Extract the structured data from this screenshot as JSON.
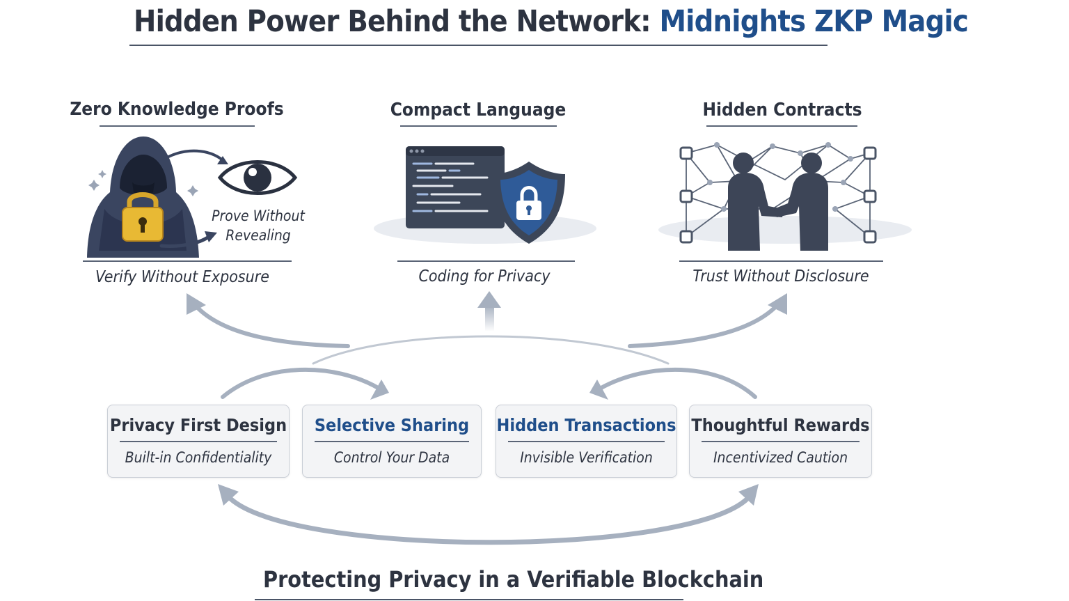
{
  "title": {
    "main": "Hidden Power Behind the Network:",
    "accent": "Midnights ZKP Magic"
  },
  "columns": [
    {
      "heading": "Zero Knowledge Proofs",
      "caption": "Verify Without Exposure",
      "icon": "hooded-figure-lock-eye-icon",
      "icon_label_line1": "Prove Without",
      "icon_label_line2": "Revealing"
    },
    {
      "heading": "Compact Language",
      "caption": "Coding for Privacy",
      "icon": "code-window-shield-icon"
    },
    {
      "heading": "Hidden Contracts",
      "caption": "Trust Without Disclosure",
      "icon": "handshake-network-icon"
    }
  ],
  "cards": [
    {
      "title": "Privacy First Design",
      "subtitle": "Built-in Confidentiality"
    },
    {
      "title": "Selective Sharing",
      "subtitle": "Control Your Data"
    },
    {
      "title": "Hidden Transactions",
      "subtitle": "Invisible Verification"
    },
    {
      "title": "Thoughtful Rewards",
      "subtitle": "Incentivized Caution"
    }
  ],
  "footer": "Protecting Privacy in a Verifiable Blockchain",
  "colors": {
    "accent": "#1f4e8a",
    "text": "#2d3340",
    "arrow": "#a6b0bf",
    "card_bg": "#f3f4f6"
  }
}
